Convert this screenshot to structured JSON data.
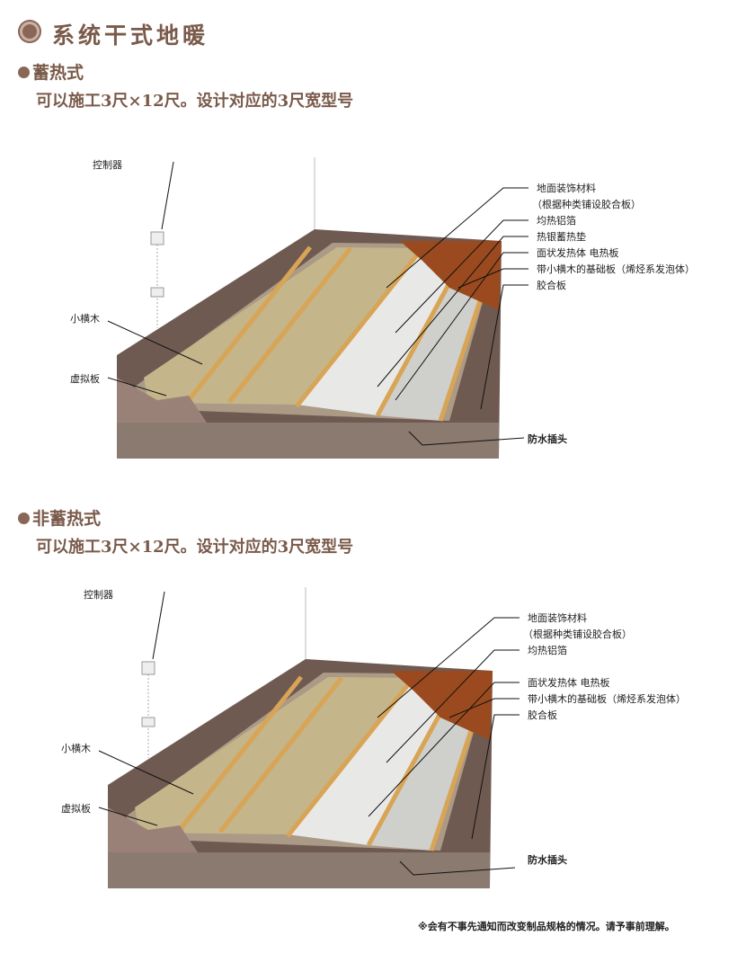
{
  "title": "系统干式地暖",
  "sections": [
    {
      "heading": "蓄热式",
      "desc": "可以施工3尺×12尺。设计对应的3尺宽型号",
      "labels": {
        "controller": "控制器",
        "crossbar": "小横木",
        "dummy": "虚拟板",
        "connector": "防水插头",
        "right": [
          "地面装饰材料",
          "（根据种类铺设胶合板）",
          "均热铝箔",
          "热银蓄热垫",
          "面状发热体  电热板",
          "带小横木的基础板（烯烃系发泡体）",
          "胶合板"
        ]
      }
    },
    {
      "heading": "非蓄热式",
      "desc": "可以施工3尺×12尺。设计对应的3尺宽型号",
      "labels": {
        "controller": "控制器",
        "crossbar": "小横木",
        "dummy": "虚拟板",
        "connector": "防水插头",
        "right": [
          "地面装饰材料",
          "（根据种类铺设胶合板）",
          "均热铝箔",
          "面状发热体  电热板",
          "带小横木的基础板（烯烃系发泡体）",
          "胶合板"
        ]
      }
    }
  ],
  "note": "※会有不事先通知而改变制品规格的情况。请予事前理解。"
}
